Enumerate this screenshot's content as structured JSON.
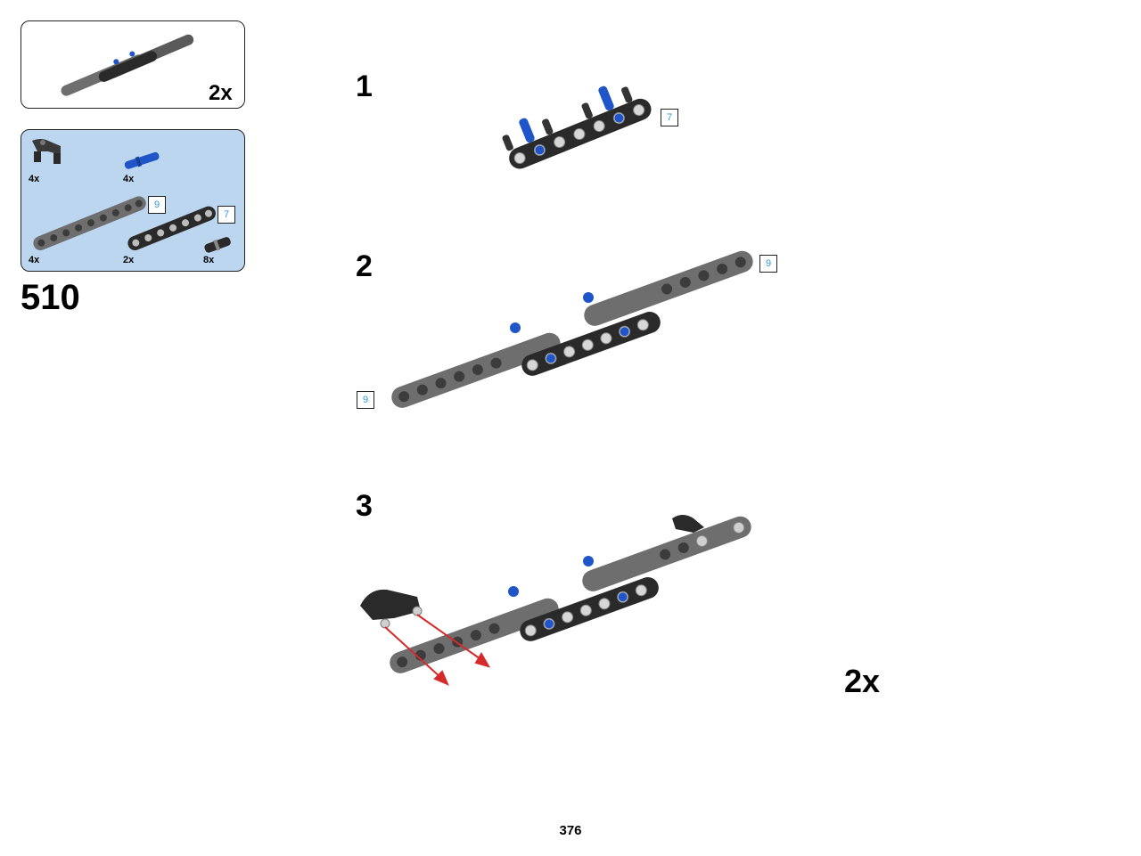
{
  "submodel": {
    "quantity": "2x"
  },
  "parts_list": {
    "parts": [
      {
        "name": "curved-connector",
        "quantity": "4x"
      },
      {
        "name": "blue-axle-pin",
        "quantity": "4x"
      },
      {
        "name": "gray-beam-9",
        "quantity": "4x",
        "length_tag": "9"
      },
      {
        "name": "black-beam-7",
        "quantity": "2x",
        "length_tag": "7"
      },
      {
        "name": "black-pin",
        "quantity": "8x"
      }
    ]
  },
  "page_id": "510",
  "steps": [
    {
      "number": "1",
      "tags": [
        "7"
      ]
    },
    {
      "number": "2",
      "tags": [
        "9",
        "9"
      ]
    },
    {
      "number": "3",
      "quantity": "2x"
    }
  ],
  "page_number": "376",
  "colors": {
    "parts_box_bg": "#bcd6ef",
    "gray_beam": "#6e6e6e",
    "black_beam": "#2a2a2a",
    "blue_pin": "#1f55c8",
    "arrow": "#d42a2a",
    "tag_text": "#2f97d8"
  }
}
